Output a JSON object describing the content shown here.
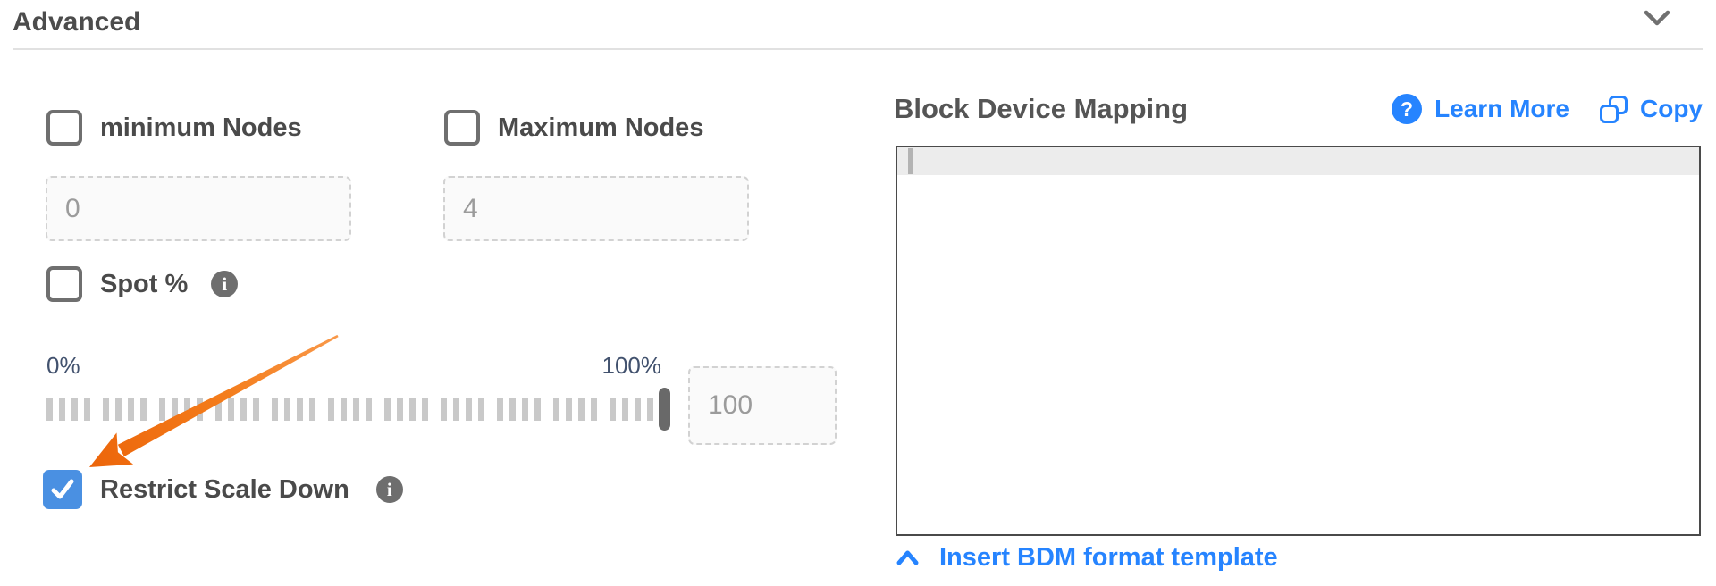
{
  "header": {
    "title": "Advanced"
  },
  "left": {
    "min_nodes": {
      "label": "minimum Nodes",
      "value": "0",
      "checked": false
    },
    "max_nodes": {
      "label": "Maximum Nodes",
      "value": "4",
      "checked": false
    },
    "spot": {
      "label": "Spot %",
      "checked": false
    },
    "slider": {
      "min_label": "0%",
      "max_label": "100%",
      "value": "100"
    },
    "restrict": {
      "label": "Restrict Scale Down",
      "checked": true
    }
  },
  "right": {
    "title": "Block Device Mapping",
    "learn_more_label": "Learn More",
    "copy_label": "Copy",
    "insert_template_label": "Insert BDM format template",
    "editor_value": ""
  },
  "icons": {
    "info_glyph": "i",
    "question_glyph": "?"
  },
  "colors": {
    "link_blue": "#2684FF",
    "checkbox_checked_blue": "#4a90e2",
    "annotation_orange": "#ee6f0e",
    "label_gray": "#4a4a4a",
    "slider_label_navy": "#42526E"
  }
}
